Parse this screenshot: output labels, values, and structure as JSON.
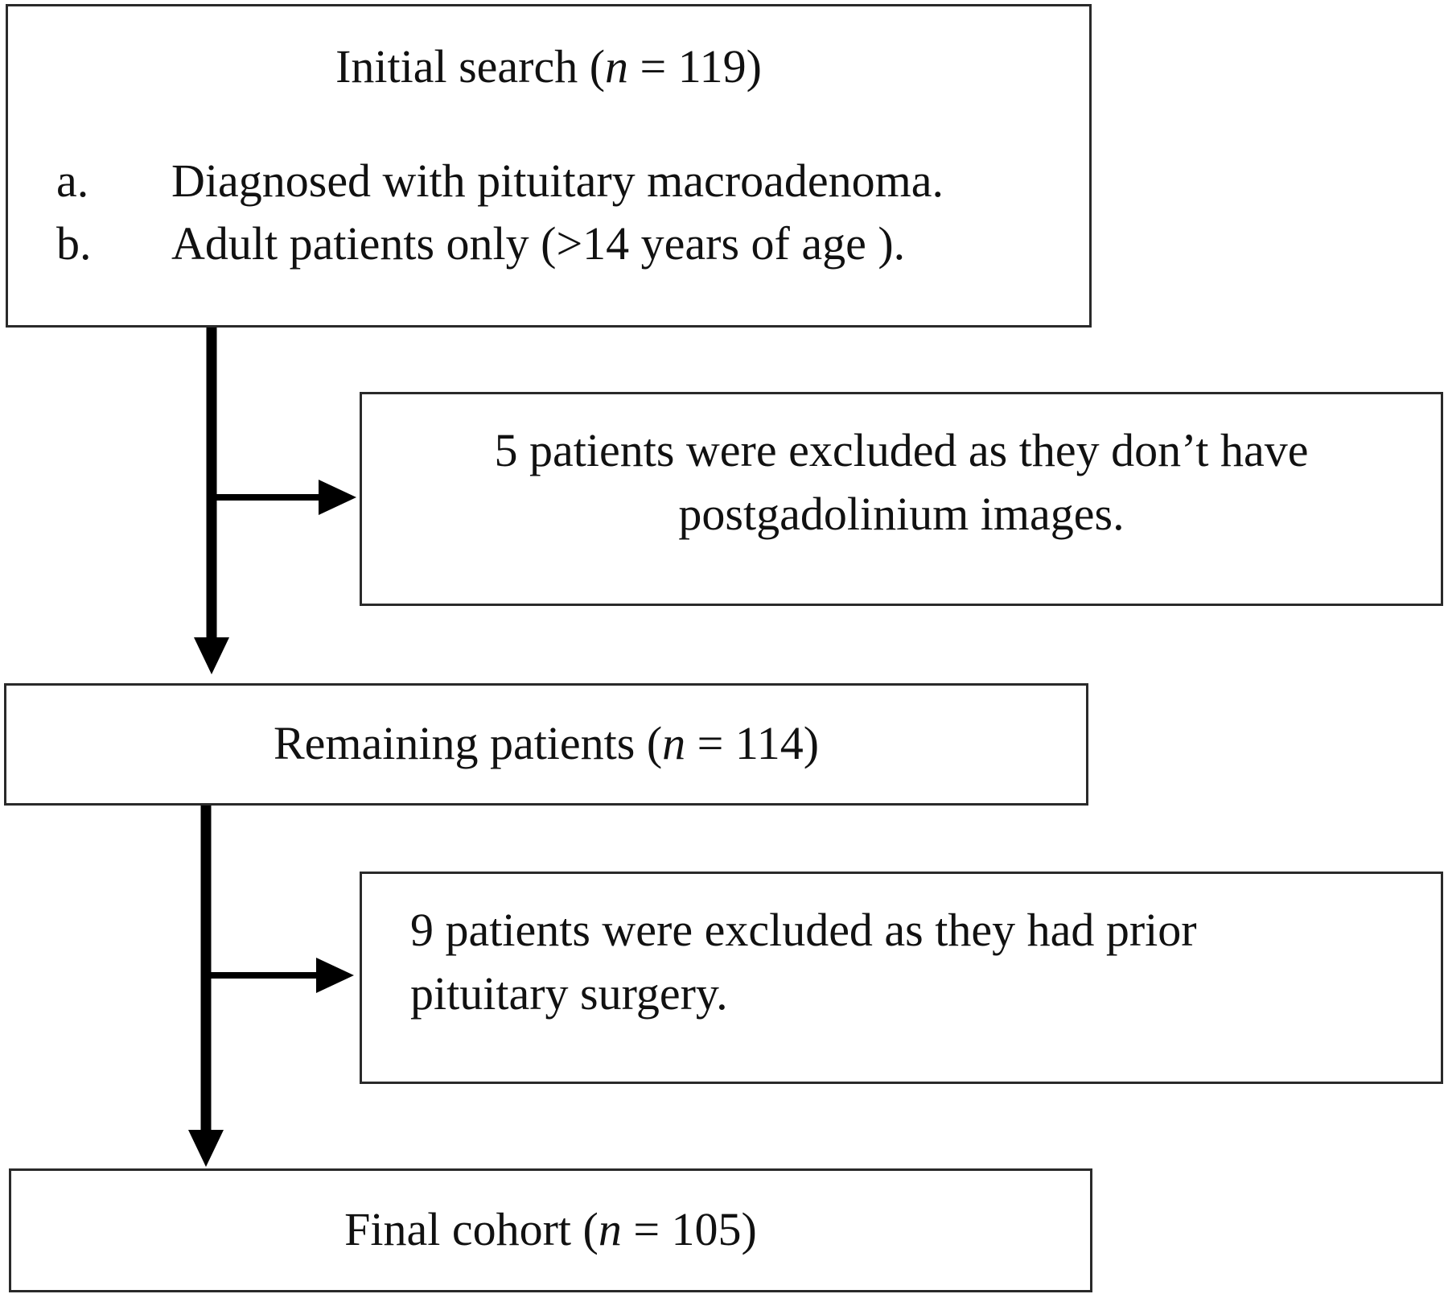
{
  "initial": {
    "prefix": "Initial search (",
    "n_var": "n",
    "suffix": " = 119)",
    "criteria": [
      {
        "marker": "a.",
        "text": "Diagnosed with pituitary macroadenoma."
      },
      {
        "marker": "b.",
        "text": "Adult patients only (>14 years of age )."
      }
    ]
  },
  "exclusion_1": {
    "line1": "5 patients were excluded as they don’t have",
    "line2": "postgadolinium images."
  },
  "remaining": {
    "prefix": "Remaining patients (",
    "n_var": "n",
    "suffix": " = 114)"
  },
  "exclusion_2": {
    "line1": "9 patients were excluded as they had prior",
    "line2": "pituitary surgery."
  },
  "final": {
    "prefix": "Final cohort (",
    "n_var": "n",
    "suffix": " = 105)"
  },
  "colors": {
    "arrow": "#000000",
    "border": "#2a2a2a",
    "text": "#111111"
  }
}
